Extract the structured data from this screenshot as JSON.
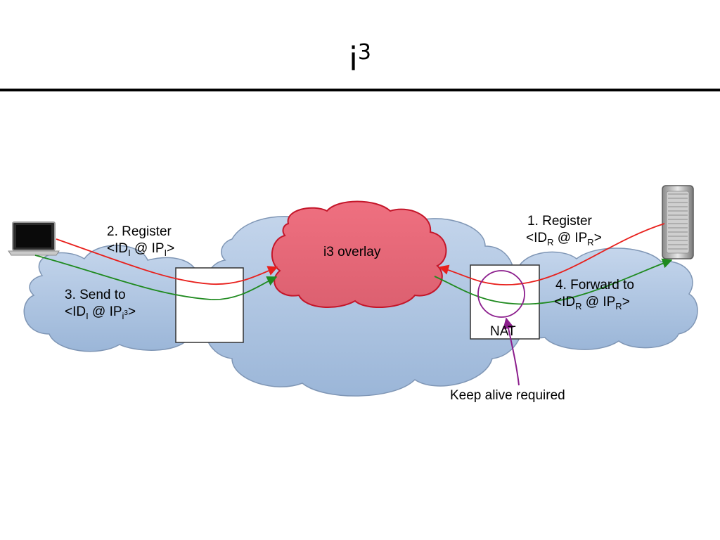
{
  "title": {
    "base": "i",
    "exp": "3"
  },
  "labels": {
    "step1": {
      "line1": "1. Register",
      "open": "<ID",
      "sub1": "R",
      "at": " @ IP",
      "sub2": "R",
      "close": ">"
    },
    "step2": {
      "line1": "2. Register",
      "open": "<ID",
      "sub1": "I",
      "at": " @ IP",
      "sub2": "I",
      "close": ">"
    },
    "step3": {
      "line1": "3. Send to",
      "open": "<ID",
      "sub1": "I",
      "at": " @ IP",
      "sub2": "i",
      "sup2": "3",
      "close": ">"
    },
    "step4": {
      "line1": "4. Forward to",
      "open": "<ID",
      "sub1": "R",
      "at": " @ IP",
      "sub2": "R",
      "close": ">"
    },
    "overlay": "i3 overlay",
    "nat": "NAT",
    "keepalive": "Keep alive required"
  },
  "colors": {
    "cloud_fill": "#aec6e4",
    "cloud_stroke": "#7f96b5",
    "overlay_fill": "#e96677",
    "overlay_stroke": "#c4162a",
    "register_arrow": "#e8201c",
    "send_arrow": "#1f8a1f",
    "keepalive": "#8b1d8c"
  },
  "icons": [
    "laptop-icon",
    "server-icon"
  ]
}
